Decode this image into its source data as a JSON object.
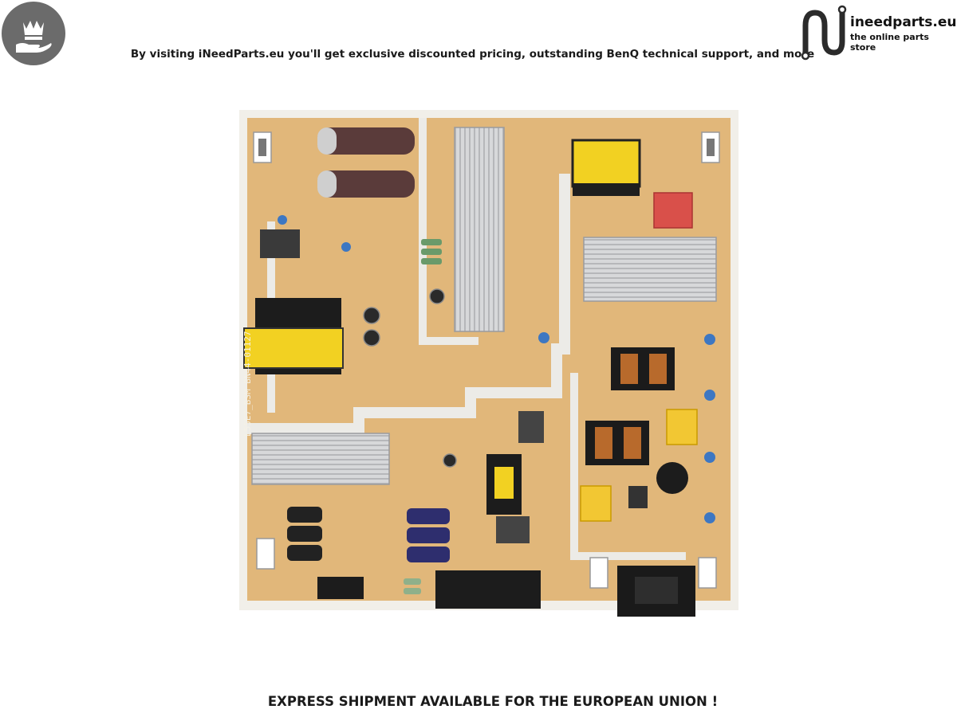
{
  "header": {
    "tagline": "By visiting iNeedParts.eu you'll get exclusive discounted pricing, outstanding BenQ technical support, and more",
    "brand_name": "ineedparts.eu",
    "brand_tagline": "the online parts store"
  },
  "product_image": {
    "board_marking": "L55E7_BSM BN44-01127"
  },
  "footer": {
    "shipping_note": "EXPRESS SHIPMENT AVAILABLE FOR THE EUROPEAN UNION !"
  },
  "colors": {
    "board": "#e1b77a",
    "silkscreen": "#f1efe9",
    "heatsink": "#c9cacd",
    "transformer_yellow": "#f2d122",
    "capacitor_blue": "#2e2e6e",
    "text_dark": "#1a1a1a"
  }
}
